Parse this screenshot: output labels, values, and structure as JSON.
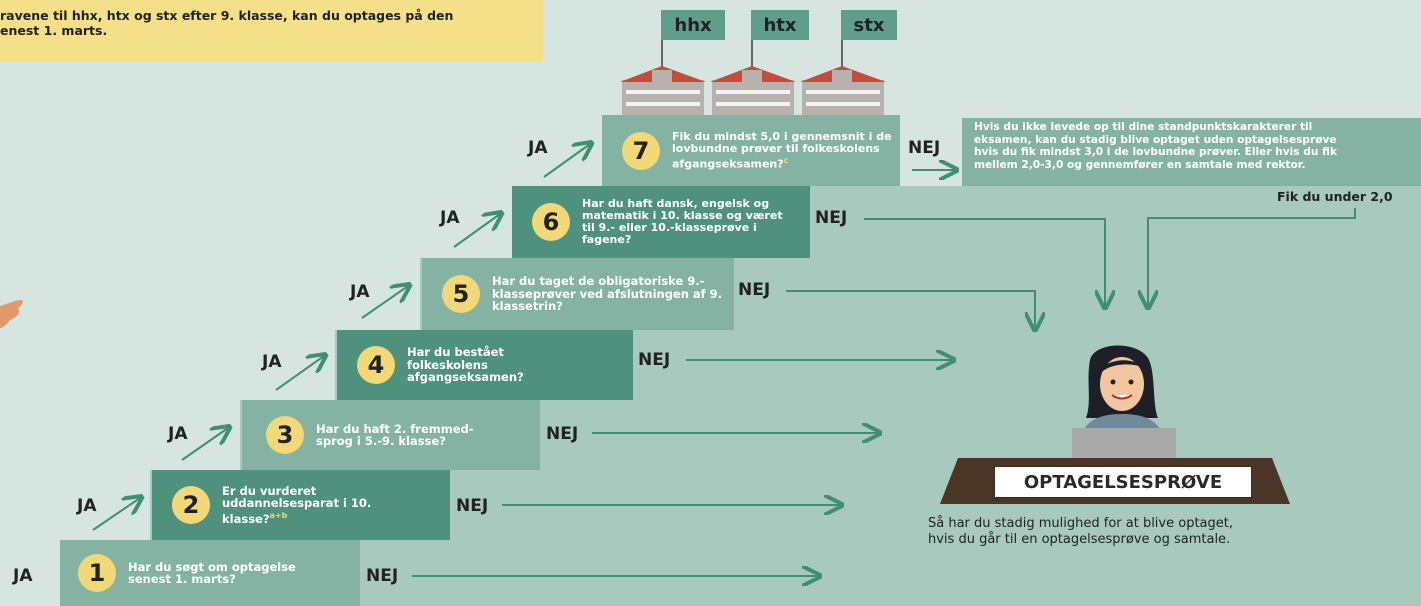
{
  "note": {
    "line1": "ravene til hhx, htx og stx efter 9. klasse, kan du optages på den",
    "line2": "enest 1. marts."
  },
  "schools": [
    "hhx",
    "htx",
    "stx"
  ],
  "yes_label": "JA",
  "no_label": "NEJ",
  "steps": [
    {
      "number": "1",
      "question": "Har du søgt om optagelse senest 1. marts?"
    },
    {
      "number": "2",
      "question": "Er du vurderet uddannelsesparat i 10. klasse?",
      "footnote": "a+b"
    },
    {
      "number": "3",
      "question": "Har du haft 2. fremmed-sprog i 5.-9. klasse?"
    },
    {
      "number": "4",
      "question": "Har du bestået folkeskolens afgangseksamen?"
    },
    {
      "number": "5",
      "question": "Har du taget de obligatoriske 9.-klasseprøver ved afslutningen af 9. klassetrin?"
    },
    {
      "number": "6",
      "question": "Har du haft dansk, engelsk og matematik i 10. klasse og været til 9.- eller 10.-klasseprøve i fagene?"
    },
    {
      "number": "7",
      "question": "Fik du mindst 5,0 i gennemsnit i de lovbundne prøver til folkeskolens afgangseksamen?",
      "footnote": "c"
    }
  ],
  "info": {
    "line1": "Hvis du ikke levede op til dine standpunktskarakterer til",
    "line2": "eksamen, kan du stadig blive optaget uden optagelsesprøve",
    "line3": "hvis du fik mindst 3,0 i de lovbundne prøver. Eller hvis du fik",
    "line4": "mellem 2,0-3,0 og gennemfører en samtale med rektor.",
    "under": "Fik du under 2,0"
  },
  "exam": {
    "title": "OPTAGELSESPRØVE",
    "desc_line1": "Så har du stadig mulighed for at blive optaget,",
    "desc_line2": "hvis du går til en optagelsesprøve og samtale."
  },
  "colors": {
    "background": "#d6e5df",
    "step_light": "#84b3a4",
    "step_dark": "#4e927d",
    "number_badge": "#f2d877",
    "note": "#f5e08a",
    "arrow": "#3f8f73"
  }
}
